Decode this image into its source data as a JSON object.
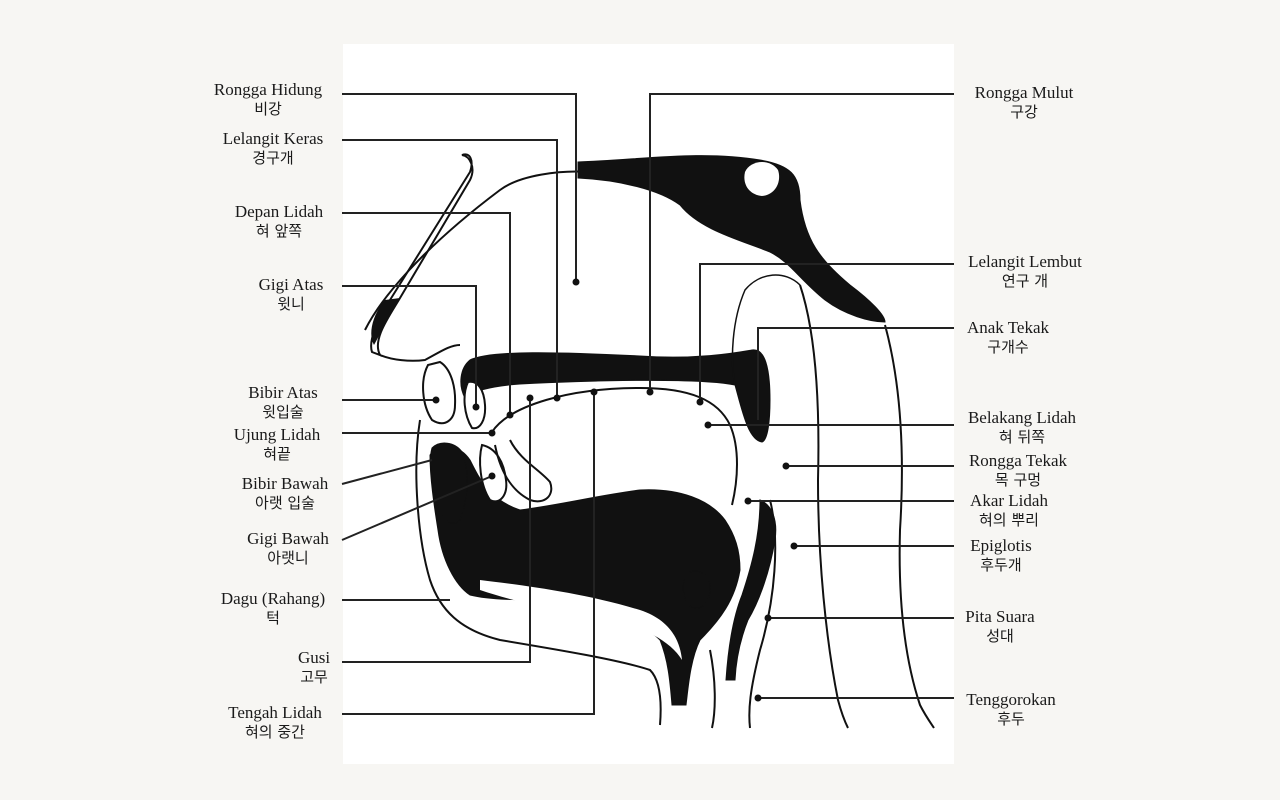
{
  "diagram": {
    "labels_left": [
      {
        "id": "rongga-hidung",
        "id_text": "Rongga Hidung",
        "ko": "비강"
      },
      {
        "id": "lelangit-keras",
        "id_text": "Lelangit Keras",
        "ko": "경구개"
      },
      {
        "id": "depan-lidah",
        "id_text": "Depan Lidah",
        "ko": "혀 앞쪽"
      },
      {
        "id": "gigi-atas",
        "id_text": "Gigi Atas",
        "ko": "윗니"
      },
      {
        "id": "bibir-atas",
        "id_text": "Bibir Atas",
        "ko": "윗입술"
      },
      {
        "id": "ujung-lidah",
        "id_text": "Ujung Lidah",
        "ko": "혀끝"
      },
      {
        "id": "bibir-bawah",
        "id_text": "Bibir Bawah",
        "ko": "아랫 입술"
      },
      {
        "id": "gigi-bawah",
        "id_text": "Gigi Bawah",
        "ko": "아랫니"
      },
      {
        "id": "dagu",
        "id_text": "Dagu (Rahang)",
        "ko": "턱"
      },
      {
        "id": "gusi",
        "id_text": "Gusi",
        "ko": "고무"
      },
      {
        "id": "tengah-lidah",
        "id_text": "Tengah Lidah",
        "ko": "혀의 중간"
      }
    ],
    "labels_right": [
      {
        "id": "rongga-mulut",
        "id_text": "Rongga Mulut",
        "ko": "구강"
      },
      {
        "id": "lelangit-lembut",
        "id_text": "Lelangit Lembut",
        "ko": "연구 개"
      },
      {
        "id": "anak-tekak",
        "id_text": "Anak Tekak",
        "ko": "구개수"
      },
      {
        "id": "belakang-lidah",
        "id_text": "Belakang Lidah",
        "ko": "혀 뒤쪽"
      },
      {
        "id": "rongga-tekak",
        "id_text": "Rongga Tekak",
        "ko": "목 구멍"
      },
      {
        "id": "akar-lidah",
        "id_text": "Akar Lidah",
        "ko": "혀의 뿌리"
      },
      {
        "id": "epiglotis",
        "id_text": "Epiglotis",
        "ko": "후두개"
      },
      {
        "id": "pita-suara",
        "id_text": "Pita Suara",
        "ko": "성대"
      },
      {
        "id": "tenggorokan",
        "id_text": "Tenggorokan",
        "ko": "후두"
      }
    ],
    "colors": {
      "ink": "#111111",
      "line": "#222222",
      "panel": "#ffffff",
      "page": "#f7f6f3"
    }
  }
}
